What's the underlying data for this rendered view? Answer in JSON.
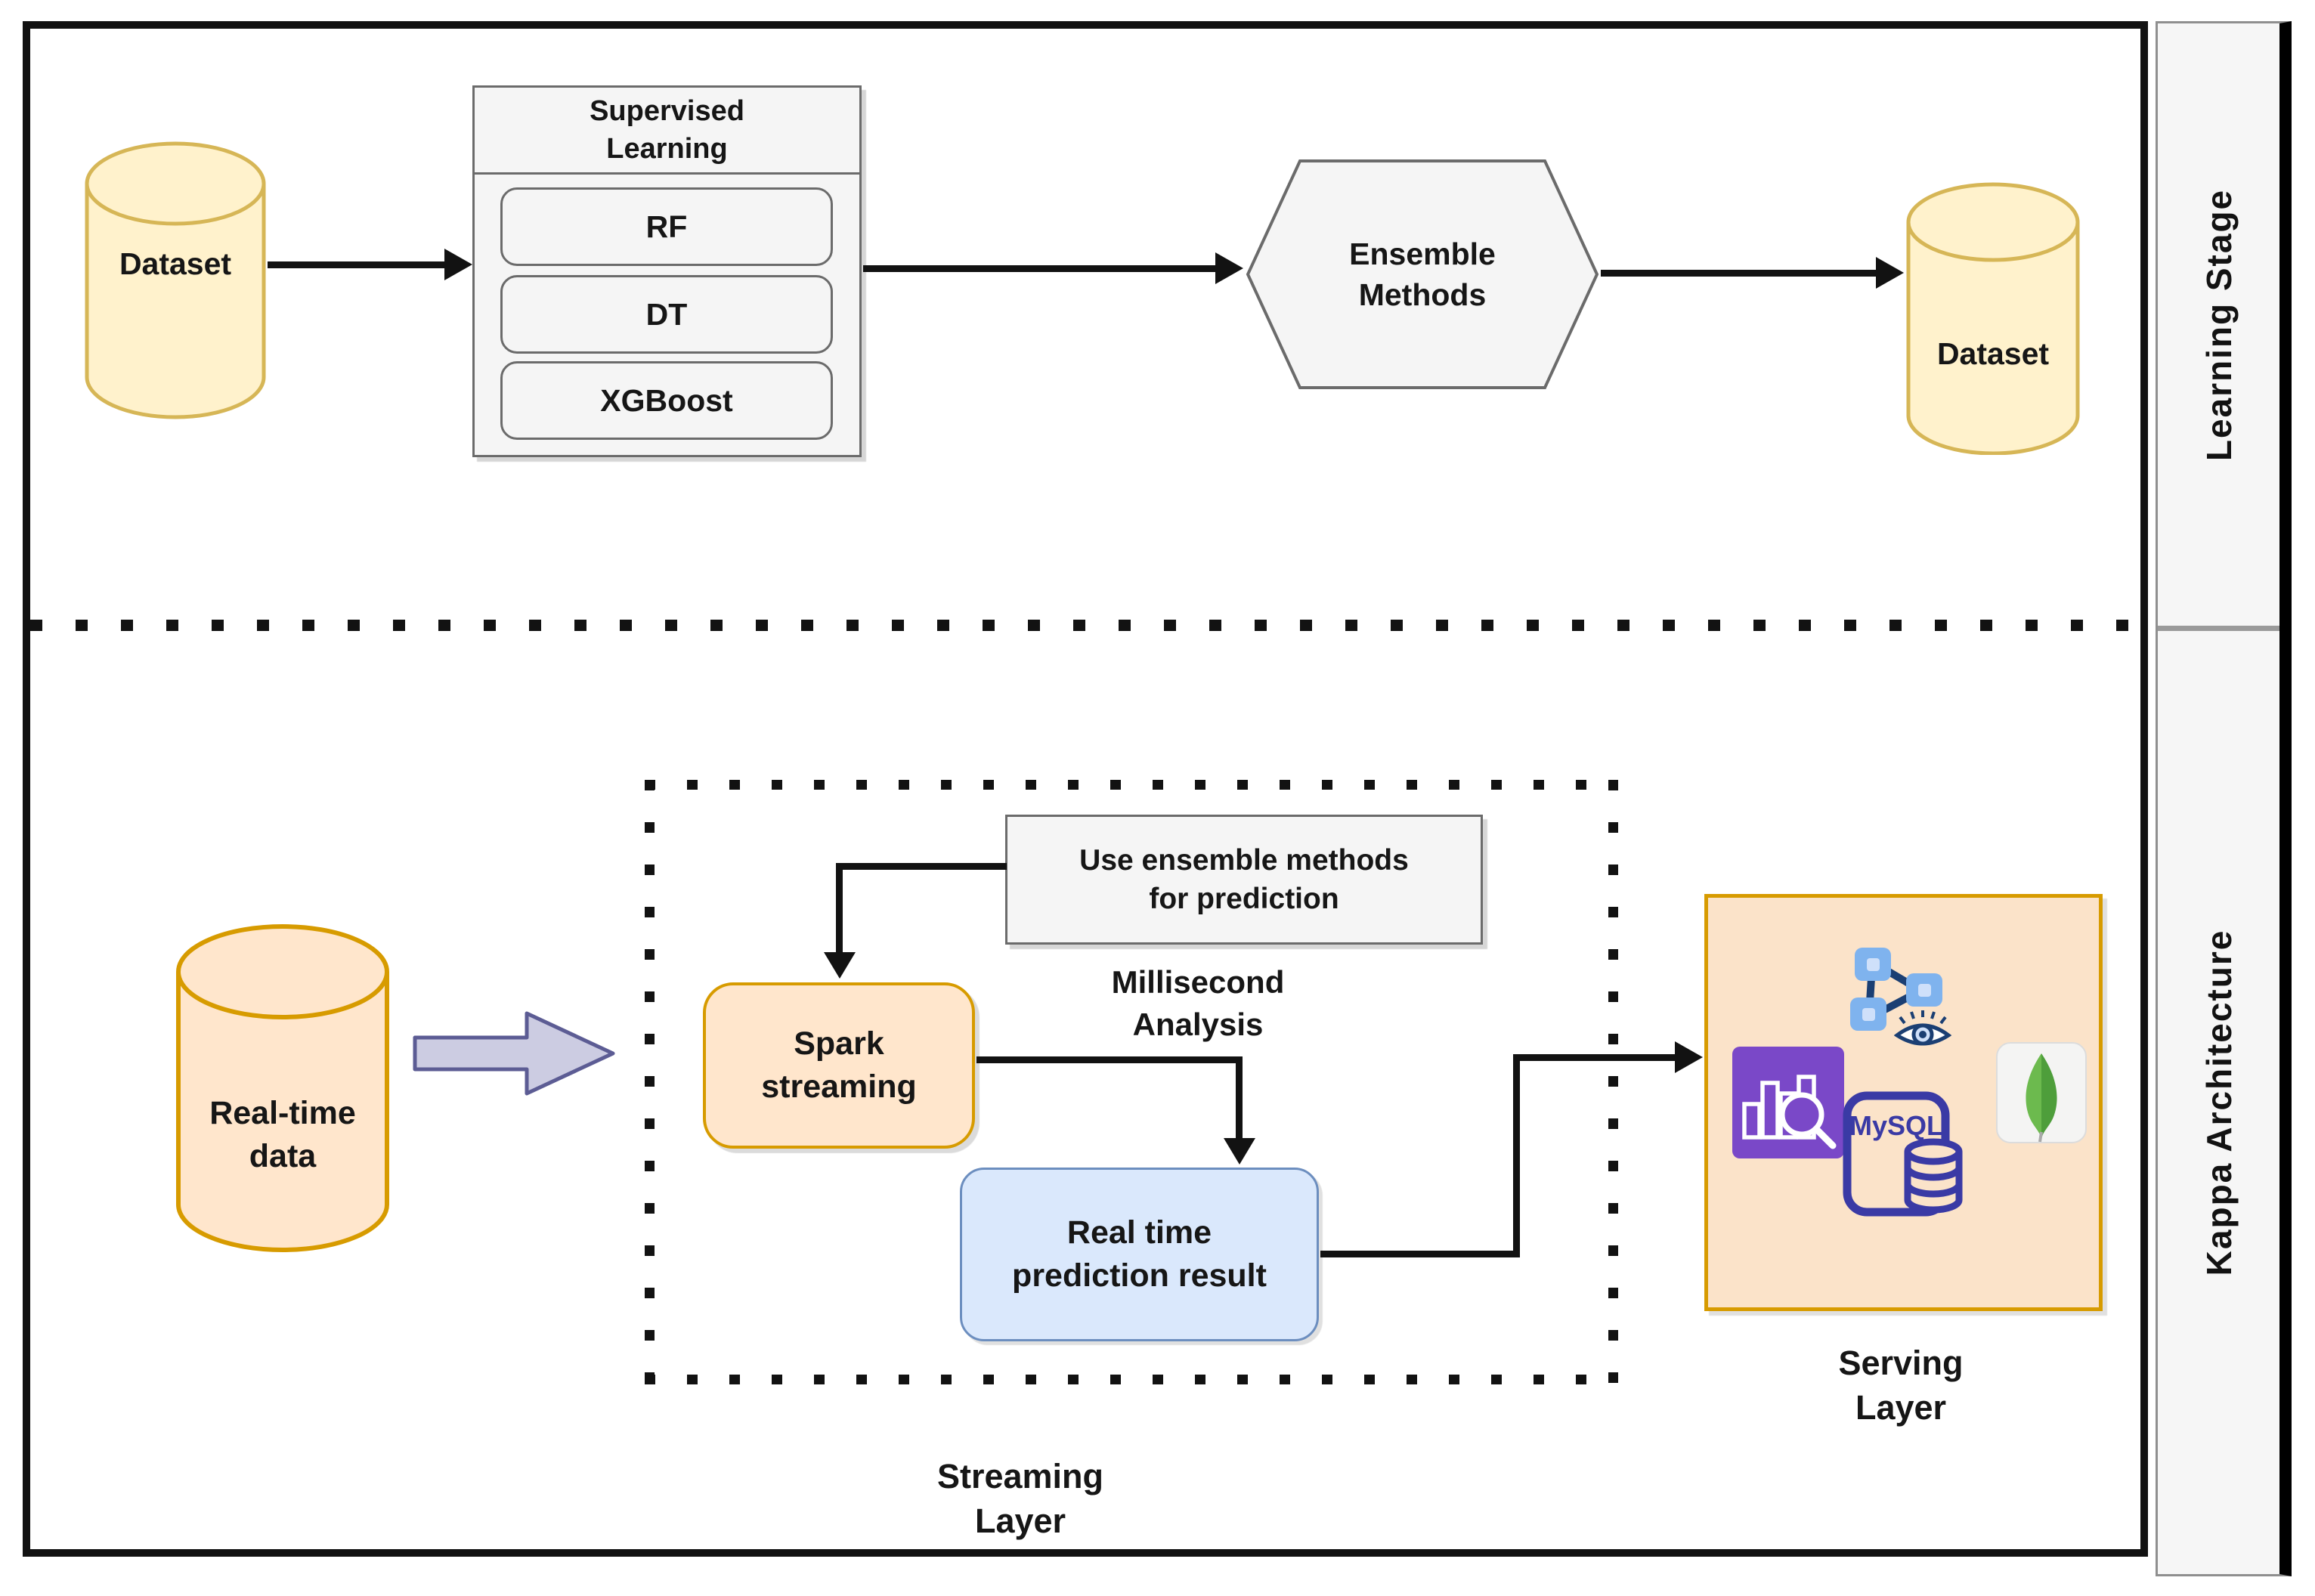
{
  "sidebar": {
    "learning_stage": "Learning Stage",
    "kappa_architecture": "Kappa Architecture"
  },
  "learning": {
    "dataset_in": "Dataset",
    "supervised_title": "Supervised Learning",
    "models": [
      "RF",
      "DT",
      "XGBoost"
    ],
    "ensemble": "Ensemble Methods",
    "dataset_out": "Dataset"
  },
  "kappa": {
    "realtime_data": "Real-time data",
    "use_ensemble": "Use ensemble methods for prediction",
    "spark": "Spark streaming",
    "millisecond": "Millisecond Analysis",
    "prediction_result": "Real time prediction result",
    "streaming_layer": "Streaming Layer",
    "serving_layer": "Serving Layer",
    "mysql_label": "MySQL",
    "serving_icons": [
      "graph-network-icon",
      "eye-icon",
      "analytics-search-icon",
      "mysql-database-icon",
      "mongodb-leaf-icon"
    ]
  },
  "colors": {
    "yellow_fill": "#FFF2CC",
    "yellow_stroke": "#D6B656",
    "orange_fill": "#FFE6CC",
    "orange_stroke": "#D79B00",
    "serving_fill": "#FBE3C9",
    "gray_fill": "#F5F5F5",
    "gray_stroke": "#6B6B6B",
    "blue_fill": "#DAE8FC",
    "blue_stroke": "#6C8EBF",
    "lavender_fill": "#CCCCE2",
    "lavender_stroke": "#5C5C94",
    "purple_icon": "#7A48C8",
    "mysql_indigo": "#3A3AA5",
    "mongo_green_light": "#6CBA4E",
    "mongo_green_dark": "#4E9E3B",
    "cube_blue": "#7FB3EE",
    "cube_blue_light": "#CFE0FA",
    "connector_navy": "#1B3F73"
  }
}
